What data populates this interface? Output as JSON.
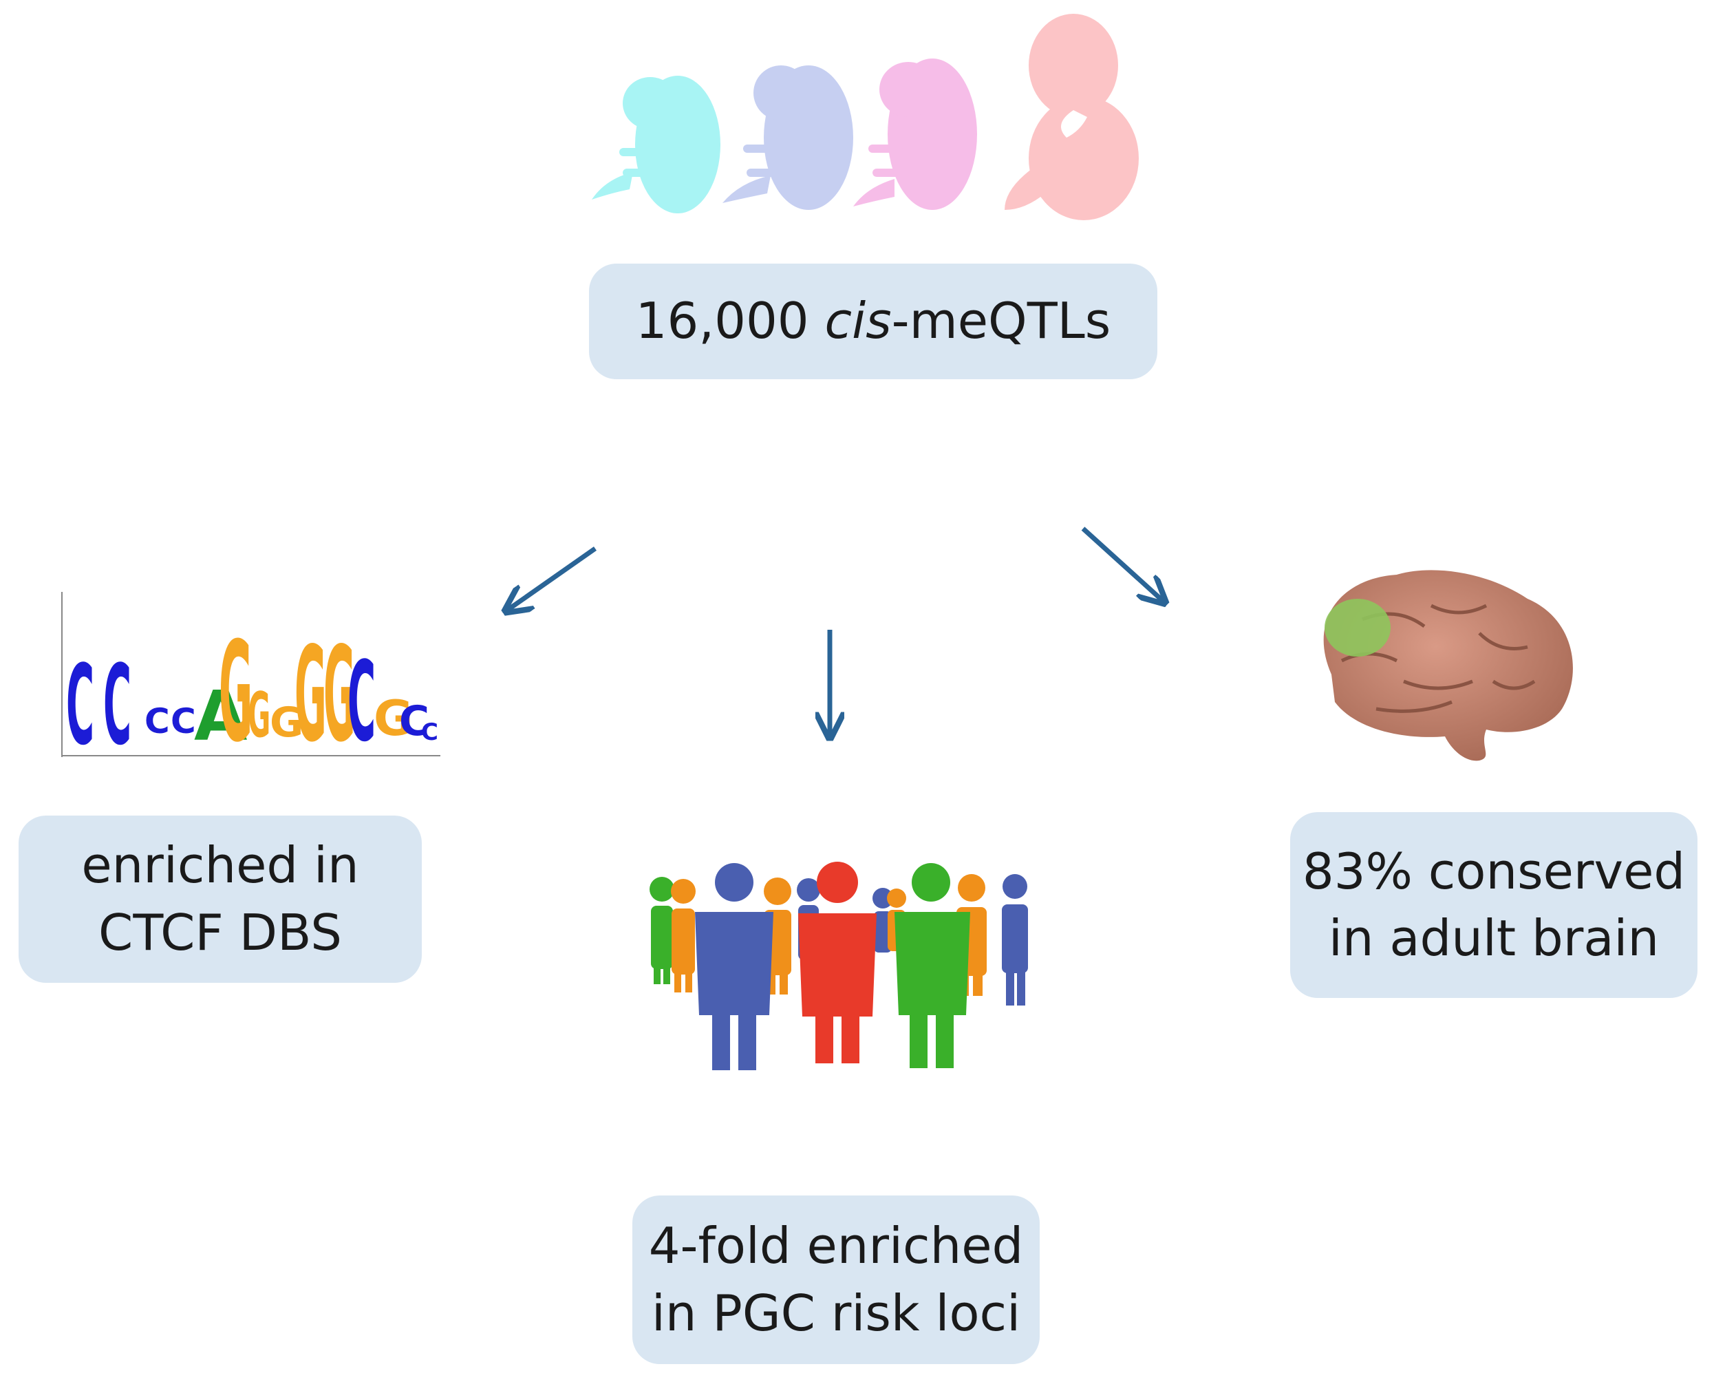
{
  "colors": {
    "box_fill": "#d9e6f2",
    "arrow": "#2a6496",
    "embryo_colors": [
      "#a8f4f4",
      "#c6cff1",
      "#f6bde8",
      "#fcc4c6"
    ],
    "motif_letter_colors": {
      "A": "#1e9e2e",
      "C": "#1c1cd6",
      "G": "#f5a623",
      "T": "#d8281c"
    },
    "people_colors": [
      "#4a5fb0",
      "#e83a2a",
      "#3ab02a",
      "#f0901a"
    ],
    "brain_fill": "#c68672",
    "brain_highlight": "#8ec55c"
  },
  "top_box": {
    "count": "16,000",
    "italic": "cis",
    "rest": "-meQTLs"
  },
  "left_box": {
    "line1": "enriched in",
    "line2": "CTCF DBS"
  },
  "right_box": {
    "line1": "83% conserved",
    "line2": "in adult brain"
  },
  "bottom_box": {
    "line1": "4-fold enriched",
    "line2": "in PGC risk loci"
  },
  "icons": [
    "embryo-icon",
    "embryo-icon",
    "embryo-icon",
    "fetus-icon",
    "sequence-logo-icon",
    "crowd-icon",
    "brain-icon"
  ],
  "motif_letters": [
    "C",
    "C",
    "C",
    "C",
    "A",
    "G",
    "G",
    "G",
    "G",
    "G",
    "C",
    "G",
    "C",
    "C"
  ]
}
